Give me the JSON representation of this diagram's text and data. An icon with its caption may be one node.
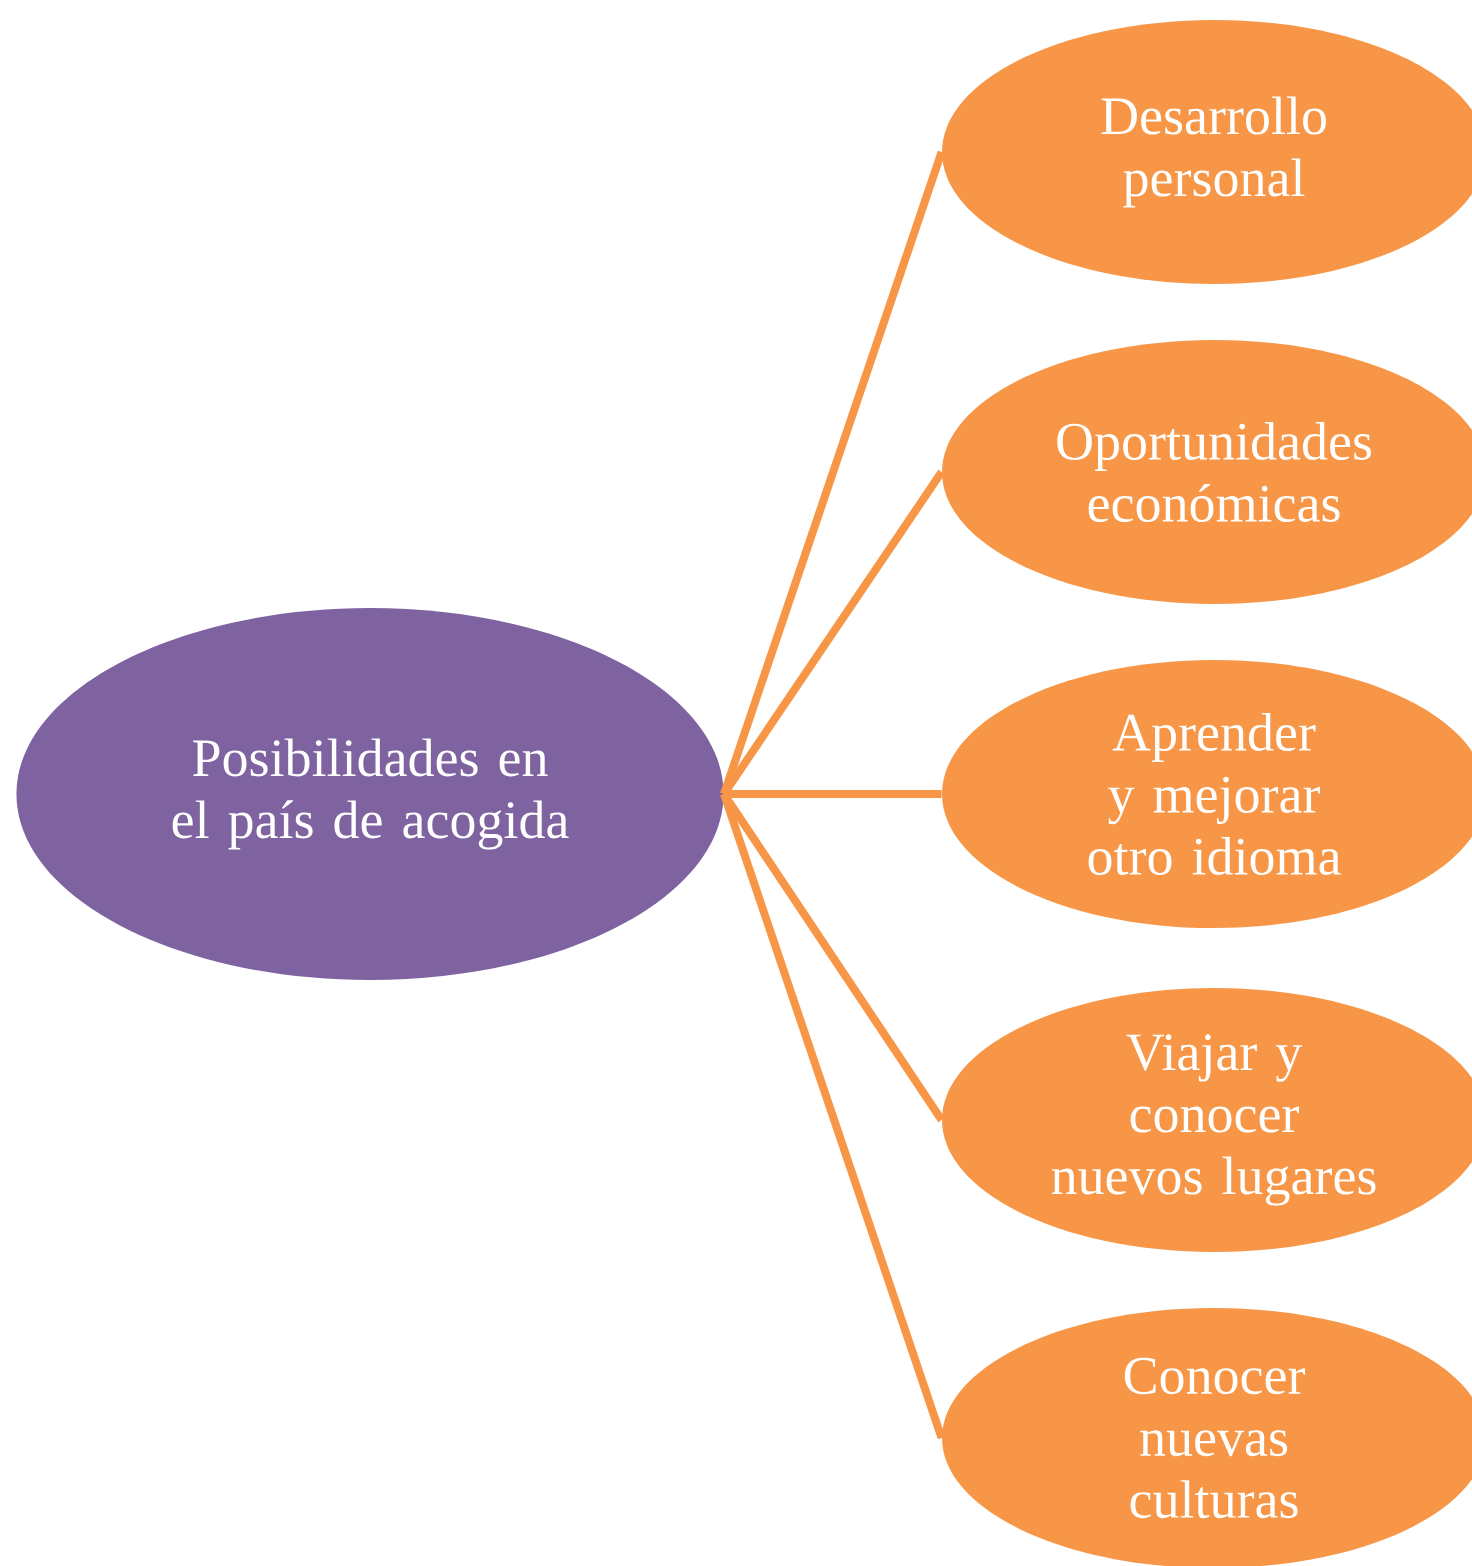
{
  "diagram": {
    "nodes": [
      {
        "text": [
          "Posibilidades en el país de acogida"
        ]
      },
      {
        "text": [
          "Desarrollo personal"
        ]
      },
      {
        "text": [
          "Oportunidades económicas"
        ]
      },
      {
        "text": [
          "Aprender y mejorar otro idioma"
        ]
      },
      {
        "text": [
          "Viajar y conocer nuevos lugares"
        ]
      },
      {
        "text": [
          "Conocer nuevas culturas"
        ]
      }
    ],
    "edges": [
      {
        "from": 0,
        "to": 1,
        "arrow": "none"
      },
      {
        "from": 0,
        "to": 2,
        "arrow": "none"
      },
      {
        "from": 0,
        "to": 3,
        "arrow": "none"
      },
      {
        "from": 0,
        "to": 4,
        "arrow": "none"
      },
      {
        "from": 0,
        "to": 5,
        "arrow": "none"
      }
    ]
  }
}
